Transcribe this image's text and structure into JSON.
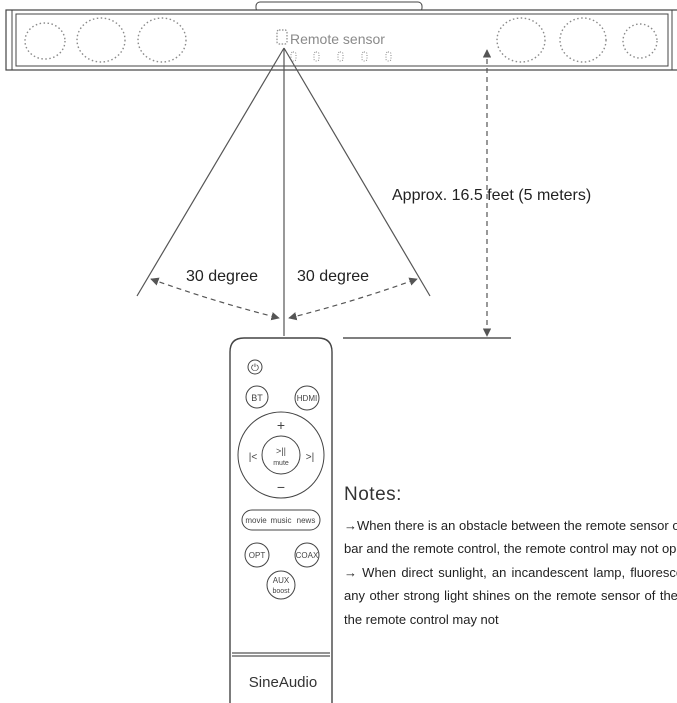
{
  "soundbar": {
    "sensor_label": "Remote sensor"
  },
  "annotations": {
    "distance": "Approx. 16.5 feet (5 meters)",
    "left_angle": "30 degree",
    "right_angle": "30 degree"
  },
  "remote": {
    "power_symbol": "⏻",
    "bt_label": "BT",
    "hdmi_label": "HDMI",
    "plus_label": "+",
    "minus_label": "−",
    "prev_label": "|<",
    "next_label": ">|",
    "play_label": ">||",
    "mute_label": "mute",
    "movie_label": "movie",
    "music_label": "music",
    "news_label": "news",
    "opt_label": "OPT",
    "coax_label": "COAX",
    "aux_label": "AUX",
    "boost_label": "boost",
    "brand": "SineAudio"
  },
  "notes": {
    "title": "Notes:",
    "items": [
      "→When there is an obstacle between the remote sensor of the sound bar and the remote control, the remote control may not operate",
      "→ When direct sunlight, an incandescent lamp, fluorescent lamp or any other strong light shines on the remote sensor of the sound bar, the remote control may not"
    ]
  },
  "colors": {
    "line": "#555555",
    "outline": "#444444",
    "dots": "#8a8a8a"
  }
}
